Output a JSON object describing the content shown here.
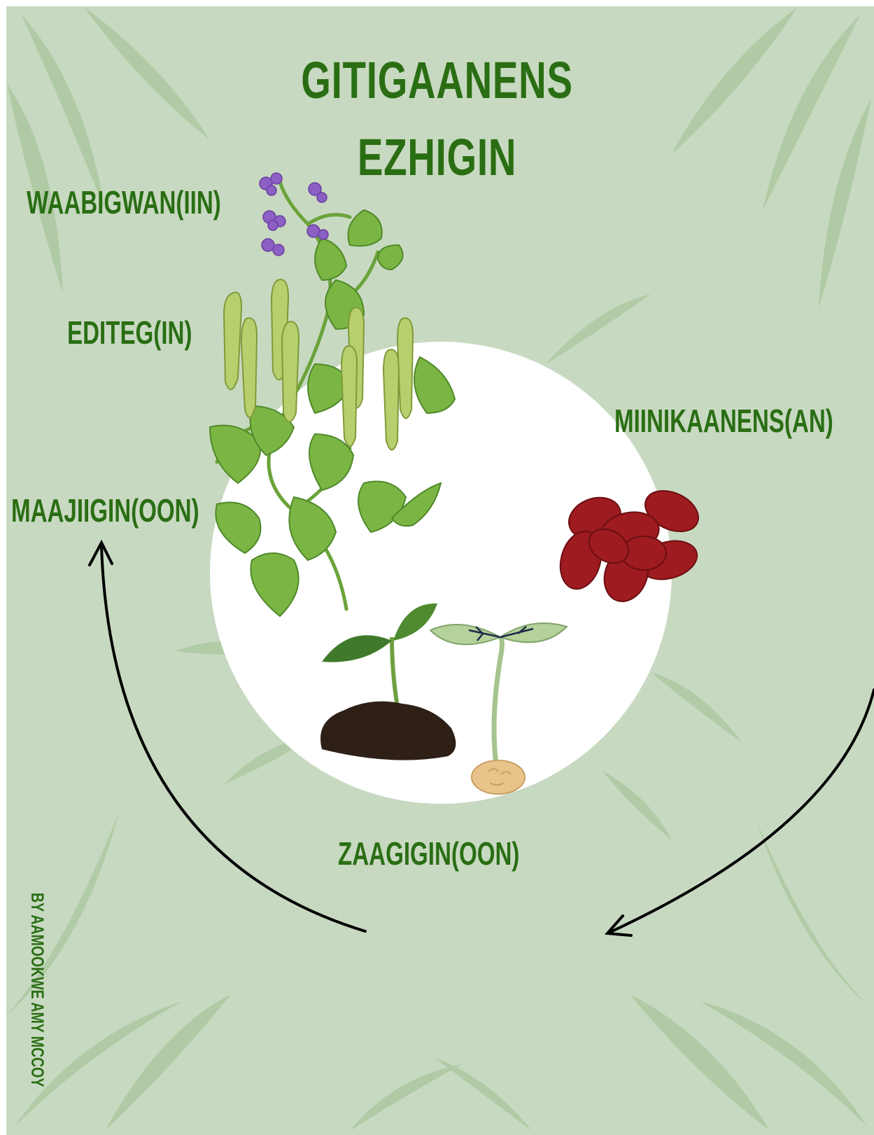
{
  "title": {
    "line1": "GITIGAANENS",
    "line2": "EZHIGIN"
  },
  "stages": {
    "flower": "WAABIGWAN(IIN)",
    "pod": "EDITEG(IN)",
    "seed": "MIINIKAANENS(AN)",
    "sprout": "ZAAGIGIN(OON)",
    "plant": "MAAJIIGIN(OON)"
  },
  "author": "BY AAMOOKWE AMY MCCOY",
  "colors": {
    "background": "#c8d9c1",
    "text": "#2a6e14",
    "circle": "#ffffff",
    "arrow": "#000000",
    "bean": "#9e1b1f"
  },
  "icons": [
    "bean-plant-icon",
    "kidney-beans-icon",
    "seedling-in-soil-icon",
    "germinating-seed-icon",
    "cycle-arrow-icon"
  ]
}
